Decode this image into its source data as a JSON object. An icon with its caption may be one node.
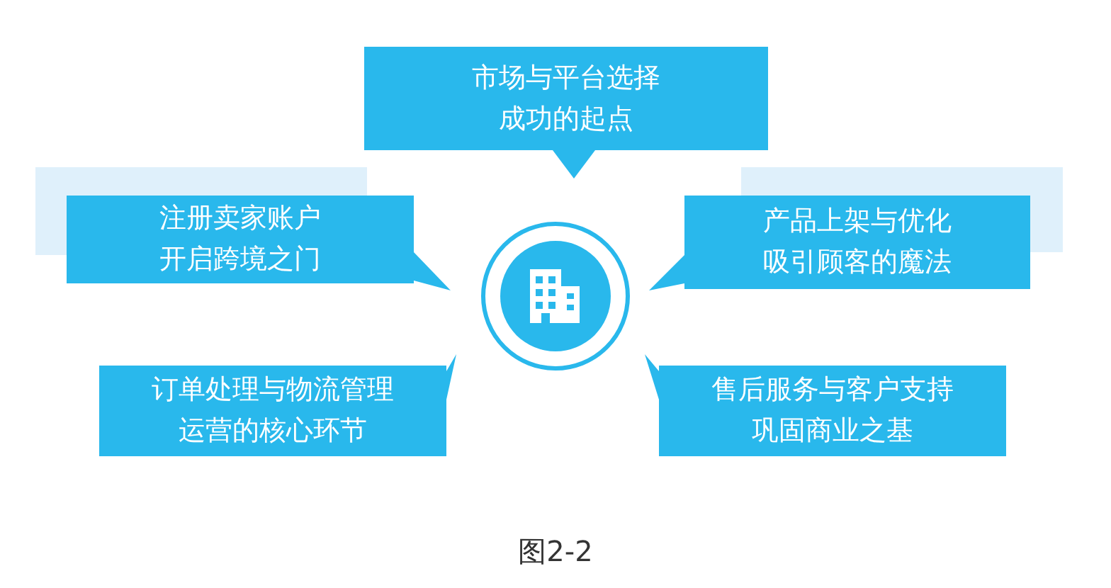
{
  "diagram": {
    "caption": "图2-2",
    "nodes": [
      {
        "text": [
          "市场与平台选择",
          "成功的起点"
        ]
      },
      {
        "text": [
          "注册卖家账户",
          "开启跨境之门"
        ]
      },
      {
        "text": [
          "产品上架与优化",
          "吸引顾客的魔法"
        ]
      },
      {
        "text": [
          "订单处理与物流管理",
          "运营的核心环节"
        ]
      },
      {
        "text": [
          "售后服务与客户支持",
          "巩固商业之基"
        ]
      }
    ]
  }
}
